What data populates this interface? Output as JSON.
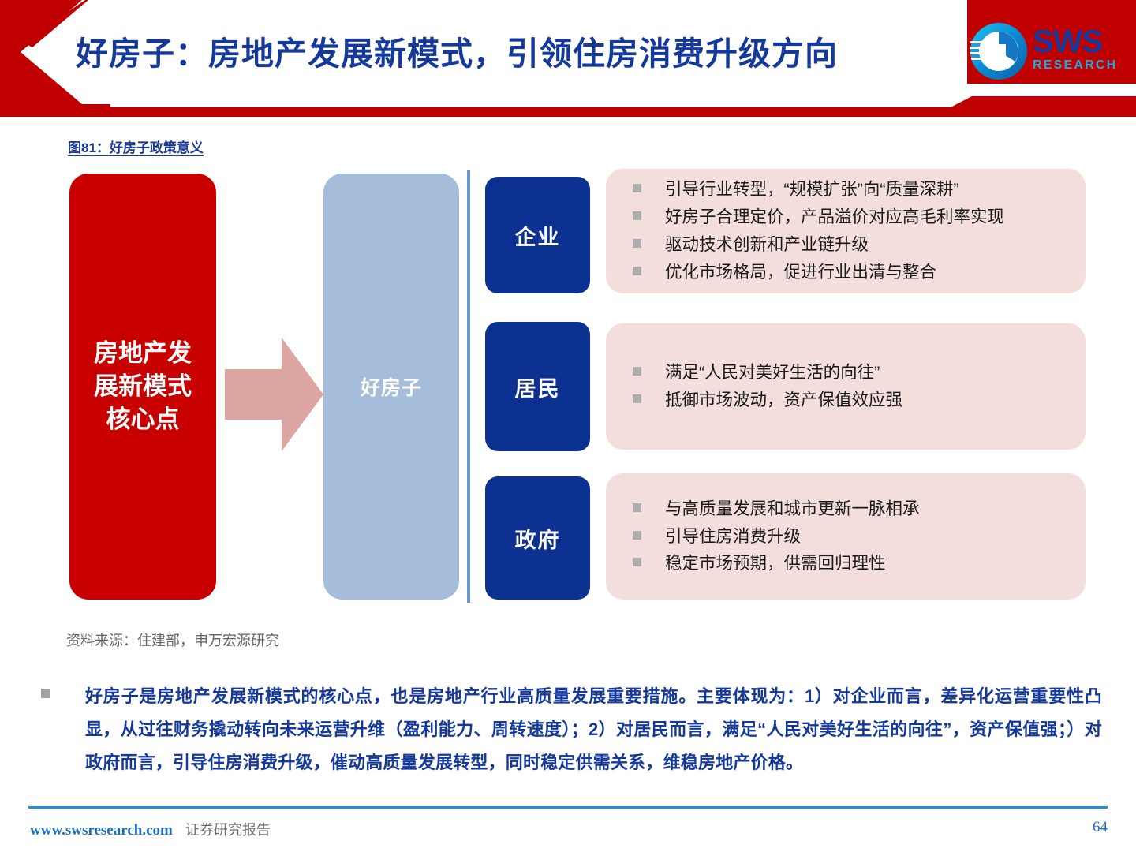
{
  "header": {
    "title": "好房子：房地产发展新模式，引领住房消费升级方向",
    "logo": {
      "name": "SWS",
      "subtitle": "RESEARCH"
    },
    "colors": {
      "band_red": "#C00000",
      "title_blue": "#15399B",
      "logo_cyan": "#22A7E0"
    }
  },
  "figure": {
    "caption": "图81：好房子政策意义",
    "core": {
      "label": "房地产发\n展新模式\n核心点",
      "color": "#C80000"
    },
    "center": {
      "label": "好房子",
      "color": "#A5BDDB"
    },
    "arrow_color": "#DDA6A2",
    "divider_color": "#6F96C8",
    "rows": [
      {
        "actor": "企业",
        "bullets": [
          "引导行业转型，“规模扩张”向“质量深耕”",
          "好房子合理定价，产品溢价对应高毛利率实现",
          "驱动技术创新和产业链升级",
          "优化市场格局，促进行业出清与整合"
        ]
      },
      {
        "actor": "居民",
        "bullets": [
          "满足“人民对美好生活的向往”",
          "抵御市场波动，资产保值效应强"
        ]
      },
      {
        "actor": "政府",
        "bullets": [
          "与高质量发展和城市更新一脉相承",
          "引导住房消费升级",
          "稳定市场预期，供需回归理性"
        ]
      }
    ],
    "actor_color": "#0C3190",
    "detail_color": "#F4DEDC",
    "source": "资料来源：住建部，申万宏源研究"
  },
  "summary": {
    "text": "好房子是房地产发展新模式的核心点，也是房地产行业高质量发展重要措施。主要体现为：1）对企业而言，差异化运营重要性凸显，从过往财务撬动转向未来运营升维（盈利能力、周转速度）；2）对居民而言，满足“人民对美好生活的向往”，资产保值强；）对政府而言，引导住房消费升级，催动高质量发展转型，同时稳定供需关系，维稳房地产价格。"
  },
  "footer": {
    "url": "www.swsresearch.com",
    "report_label": "证券研究报告",
    "page_number": "64",
    "rule_color": "#1E90D8"
  }
}
